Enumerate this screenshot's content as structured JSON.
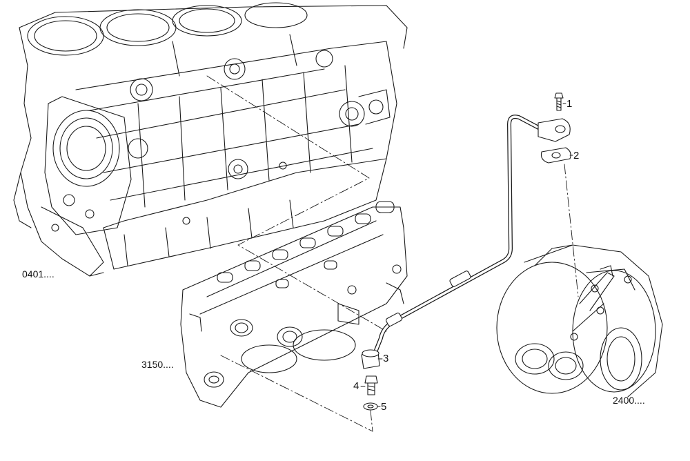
{
  "assemblies": [
    {
      "id": "engine-block",
      "label": "0401...."
    },
    {
      "id": "oil-filter-housing",
      "label": "3150...."
    },
    {
      "id": "turbocharger",
      "label": "2400...."
    }
  ],
  "callouts": [
    {
      "number": "1",
      "part": "bolt"
    },
    {
      "number": "2",
      "part": "gasket"
    },
    {
      "number": "3",
      "part": "pipe-nut"
    },
    {
      "number": "4",
      "part": "union-fitting"
    },
    {
      "number": "5",
      "part": "sealing-washer"
    }
  ],
  "colors": {
    "line": "#1a1a1a",
    "background": "#ffffff"
  }
}
